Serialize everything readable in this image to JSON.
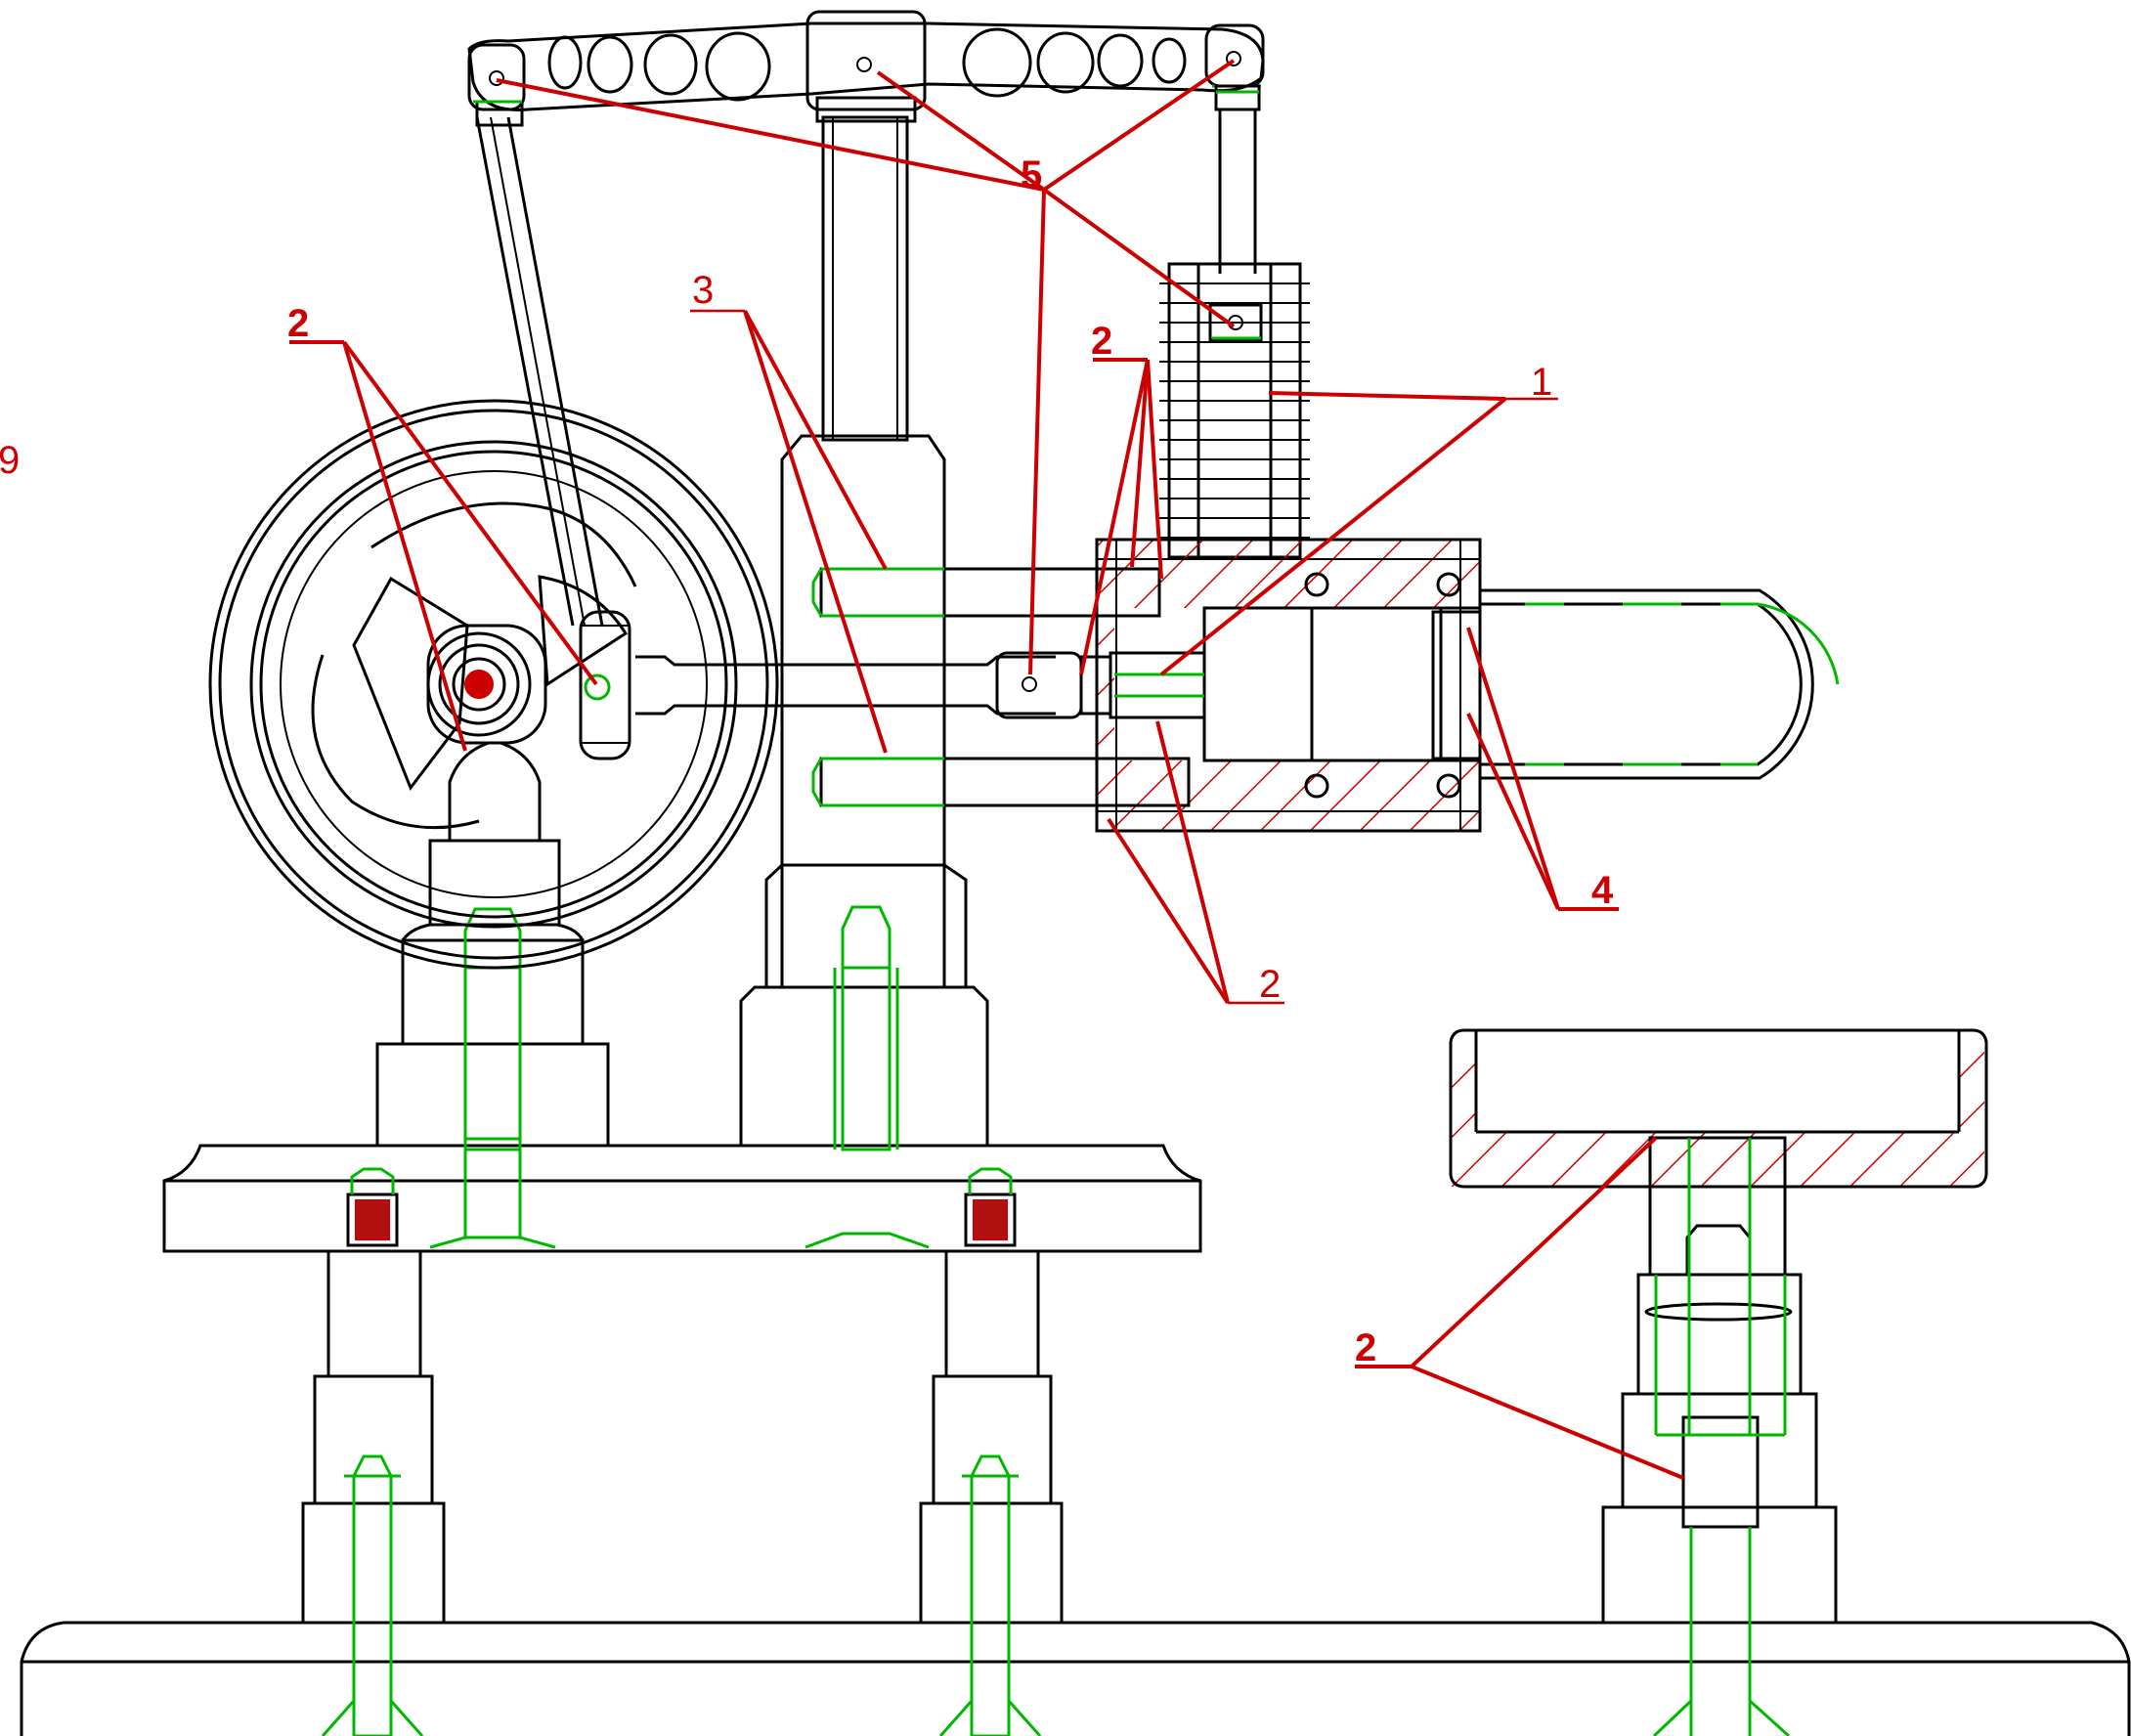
{
  "diagram": {
    "callouts": [
      {
        "id": "callout-1",
        "text": "1",
        "bold": false
      },
      {
        "id": "callout-2-flywheel",
        "text": "2",
        "bold": true
      },
      {
        "id": "callout-2-displacer",
        "text": "2",
        "bold": true
      },
      {
        "id": "callout-2-lower",
        "text": "2",
        "bold": false
      },
      {
        "id": "callout-2-detail",
        "text": "2",
        "bold": true
      },
      {
        "id": "callout-3",
        "text": "3",
        "bold": false
      },
      {
        "id": "callout-4",
        "text": "4",
        "bold": true
      },
      {
        "id": "callout-5",
        "text": "5",
        "bold": true
      }
    ],
    "edge_label": "9",
    "colors": {
      "outline": "#000000",
      "fasteners": "#00b800",
      "annotations": "#cc0000",
      "background": "#ffffff"
    }
  }
}
